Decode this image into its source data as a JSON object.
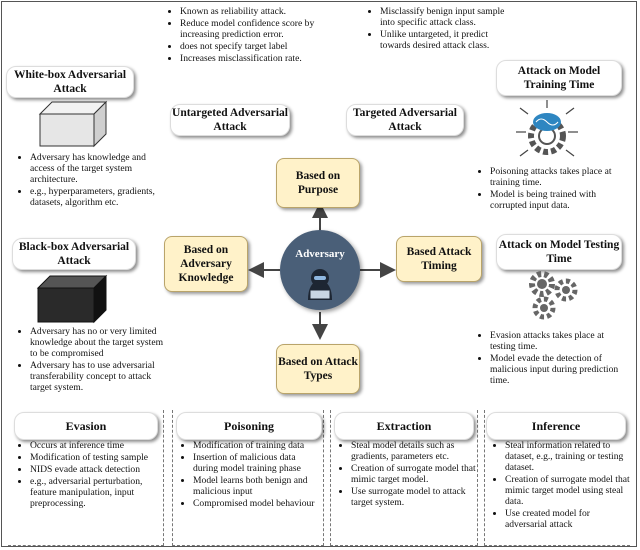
{
  "untargeted": {
    "bullets": [
      "Known as reliability attack.",
      "Reduce model confidence score by increasing prediction error.",
      "does not specify target label",
      "Increases misclassification rate."
    ],
    "title": "Untargeted Adversarial Attack"
  },
  "targeted": {
    "bullets": [
      "Misclassify benign input sample into specific attack class.",
      "Unlike untargeted, it predict towards desired attack class."
    ],
    "title": "Targeted Adversarial Attack"
  },
  "whitebox": {
    "title": "White-box Adversarial Attack",
    "bullets": [
      "Adversary has knowledge and access of the target system architecture.",
      "e.g., hyperparameters, gradients, datasets, algorithm etc."
    ]
  },
  "blackbox": {
    "title": "Black-box Adversarial Attack",
    "bullets": [
      "Adversary has no or very limited knowledge about the target system to be compromised",
      "Adversary has to use adversarial transferability concept to attack target system."
    ]
  },
  "training": {
    "title": "Attack on Model Training Time",
    "bullets": [
      "Poisoning attacks takes place at training time.",
      "Model is being trained with corrupted input data."
    ]
  },
  "testing": {
    "title": "Attack on Model Testing Time",
    "bullets": [
      "Evasion attacks takes place at testing time.",
      "Model evade the detection of malicious input during prediction time."
    ]
  },
  "center": {
    "label": "Adversary",
    "purpose": "Based on Purpose",
    "knowledge": "Based on Adversary Knowledge",
    "timing": "Based Attack Timing",
    "types": "Based on Attack Types"
  },
  "sections": [
    {
      "title": "Evasion",
      "bullets": [
        "Occurs at inference time",
        "Modification of testing sample",
        "NIDS evade attack detection",
        "e.g., adversarial perturbation, feature manipulation, input preprocessing."
      ]
    },
    {
      "title": "Poisoning",
      "bullets": [
        "Modification of training data",
        "Insertion of malicious data during model training phase",
        "Model learns both benign and malicious input",
        "Compromised model behaviour"
      ]
    },
    {
      "title": "Extraction",
      "bullets": [
        "Steal model details such as gradients, parameters etc.",
        "Creation of surrogate model that mimic target model.",
        "Use surrogate model to attack target system."
      ]
    },
    {
      "title": "Inference",
      "bullets": [
        "Steal information related to dataset, e.g., training or testing dataset.",
        "Creation of surrogate model that mimic target model using steal data.",
        "Use created model for adversarial attack"
      ]
    }
  ],
  "colors": {
    "yellow_box": "#fff2c9",
    "circle": "#4a5f78",
    "gear": "#555555",
    "brain": "#2e86c1"
  }
}
